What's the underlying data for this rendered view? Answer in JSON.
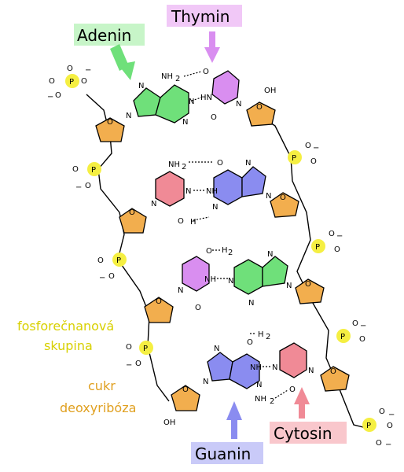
{
  "labels": {
    "thymin": "Thymin",
    "adenin": "Adenin",
    "guanin": "Guanin",
    "cytosin": "Cytosin",
    "phosphate_line1": "fosforečnanová",
    "phosphate_line2": "skupina",
    "sugar_line1": "cukr",
    "sugar_line2": "deoxyribóza"
  },
  "atoms": {
    "nh2": "NH",
    "nh2_sub": "2",
    "h2n": "H",
    "h2n_sub": "2",
    "n": "N",
    "nh": "NH",
    "hn": "HN",
    "o": "O",
    "oh": "OH",
    "p": "P",
    "minus": "−"
  },
  "colors": {
    "thymine": "#d98ef0",
    "adenine": "#6fe07a",
    "guanine": "#8a8cf0",
    "cytosine": "#f08a96",
    "sugar": "#f2ae4e",
    "phosphate": "#f5ef42",
    "phosphate_text": "#d8d000",
    "sugar_text": "#e0a020",
    "label_bg_thymin": "#f1c8f7",
    "label_bg_adenin": "#c7f5c8",
    "label_bg_guanin": "#c9caf8",
    "label_bg_cytosin": "#f9c7cc"
  },
  "icons": [
    "arrow-down-icon",
    "arrow-up-icon"
  ]
}
